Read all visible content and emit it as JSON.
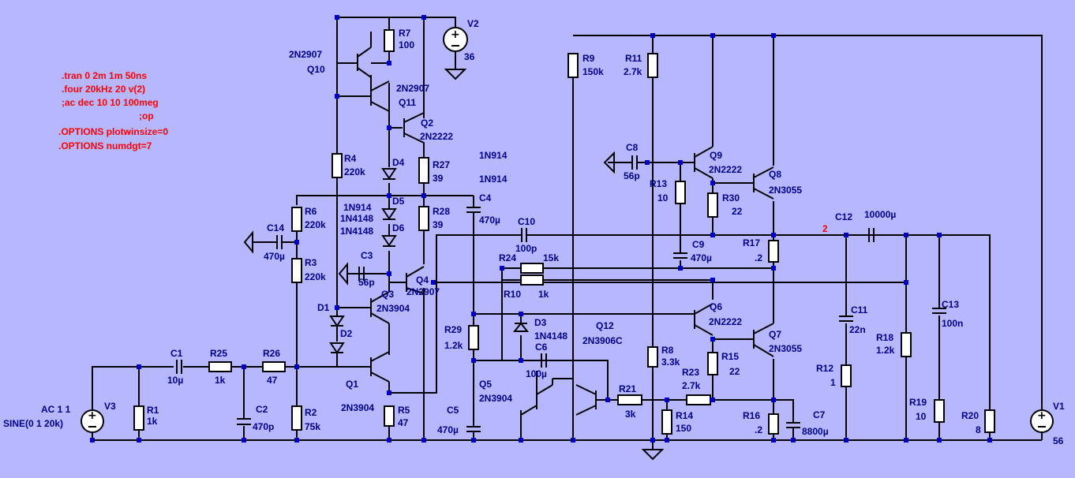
{
  "directives": [
    ".tran 0 2m 1m 50ns",
    ".four 20kHz 20 v(2)",
    ";ac dec 10 10 100meg",
    ";op",
    ".OPTIONS plotwinsize=0",
    ".OPTIONS numdgt=7"
  ],
  "components": {
    "V1": {
      "name": "V1",
      "value": "56"
    },
    "V2": {
      "name": "V2",
      "value": "36"
    },
    "V3": {
      "name": "V3",
      "value1": "AC 1 1",
      "value2": "SINE(0 1 20k)"
    },
    "R1": {
      "name": "R1",
      "value": "1k"
    },
    "R2": {
      "name": "R2",
      "value": "75k"
    },
    "R3": {
      "name": "R3",
      "value": "220k"
    },
    "R4": {
      "name": "R4",
      "value": "220k"
    },
    "R5": {
      "name": "R5",
      "value": "47"
    },
    "R6": {
      "name": "R6",
      "value": "220k"
    },
    "R7": {
      "name": "R7",
      "value": "100"
    },
    "R8": {
      "name": "R8",
      "value": "3.3k"
    },
    "R9": {
      "name": "R9",
      "value": "150k"
    },
    "R10": {
      "name": "R10",
      "value": "1k"
    },
    "R11": {
      "name": "R11",
      "value": "2.7k"
    },
    "R12": {
      "name": "R12",
      "value": "1"
    },
    "R13": {
      "name": "R13",
      "value": "10"
    },
    "R14": {
      "name": "R14",
      "value": "150"
    },
    "R15": {
      "name": "R15",
      "value": "22"
    },
    "R16": {
      "name": "R16",
      "value": ".2"
    },
    "R17": {
      "name": "R17",
      "value": ".2"
    },
    "R18": {
      "name": "R18",
      "value": "1.2k"
    },
    "R19": {
      "name": "R19",
      "value": "10"
    },
    "R20": {
      "name": "R20",
      "value": "8"
    },
    "R21": {
      "name": "R21",
      "value": "3k"
    },
    "R23": {
      "name": "R23",
      "value": "2.7k"
    },
    "R24": {
      "name": "R24",
      "value": "15k"
    },
    "R25": {
      "name": "R25",
      "value": "1k"
    },
    "R26": {
      "name": "R26",
      "value": "47"
    },
    "R27": {
      "name": "R27",
      "value": "39"
    },
    "R28": {
      "name": "R28",
      "value": "39"
    },
    "R29": {
      "name": "R29",
      "value": "1.2k"
    },
    "R30": {
      "name": "R30",
      "value": "22"
    },
    "C1": {
      "name": "C1",
      "value": "10µ"
    },
    "C2": {
      "name": "C2",
      "value": "470p"
    },
    "C3": {
      "name": "C3",
      "value": "56p"
    },
    "C4": {
      "name": "C4",
      "value": "470µ"
    },
    "C5": {
      "name": "C5",
      "value": "470µ"
    },
    "C6": {
      "name": "C6",
      "value": "100µ"
    },
    "C7": {
      "name": "C7",
      "value": "8800µ"
    },
    "C8": {
      "name": "C8",
      "value": "56p"
    },
    "C9": {
      "name": "C9",
      "value": "470µ"
    },
    "C10": {
      "name": "C10",
      "value": "100p"
    },
    "C11": {
      "name": "C11",
      "value": "22n"
    },
    "C12": {
      "name": "C12",
      "value": "10000µ"
    },
    "C13": {
      "name": "C13",
      "value": "100n"
    },
    "C14": {
      "name": "C14",
      "value": "470µ"
    },
    "Q1": {
      "name": "Q1",
      "value": "2N3904"
    },
    "Q2": {
      "name": "Q2",
      "value": "2N2222"
    },
    "Q3": {
      "name": "Q3",
      "value": "2N3904"
    },
    "Q4": {
      "name": "Q4",
      "value": "2N2907"
    },
    "Q5": {
      "name": "Q5",
      "value": "2N3904"
    },
    "Q6": {
      "name": "Q6",
      "value": "2N2222"
    },
    "Q7": {
      "name": "Q7",
      "value": "2N3055"
    },
    "Q8": {
      "name": "Q8",
      "value": "2N3055"
    },
    "Q9": {
      "name": "Q9",
      "value": "2N2222"
    },
    "Q10": {
      "name": "Q10",
      "value": "2N2907"
    },
    "Q11": {
      "name": "Q11",
      "value": "2N2907"
    },
    "Q12": {
      "name": "Q12",
      "value": "2N3906C"
    },
    "D1": {
      "name": "D1"
    },
    "D2": {
      "name": "D2"
    },
    "D3": {
      "name": "D3",
      "value": "1N4148"
    },
    "D4": {
      "name": "D4",
      "value": "1N914"
    },
    "D5": {
      "name": "D5",
      "value": "1N914"
    },
    "D6": {
      "name": "D6",
      "value": "1N914"
    },
    "D6b": {
      "value": "1N4148"
    },
    "D6c": {
      "value": "1N4148"
    }
  },
  "net_labels": {
    "out": "2"
  }
}
